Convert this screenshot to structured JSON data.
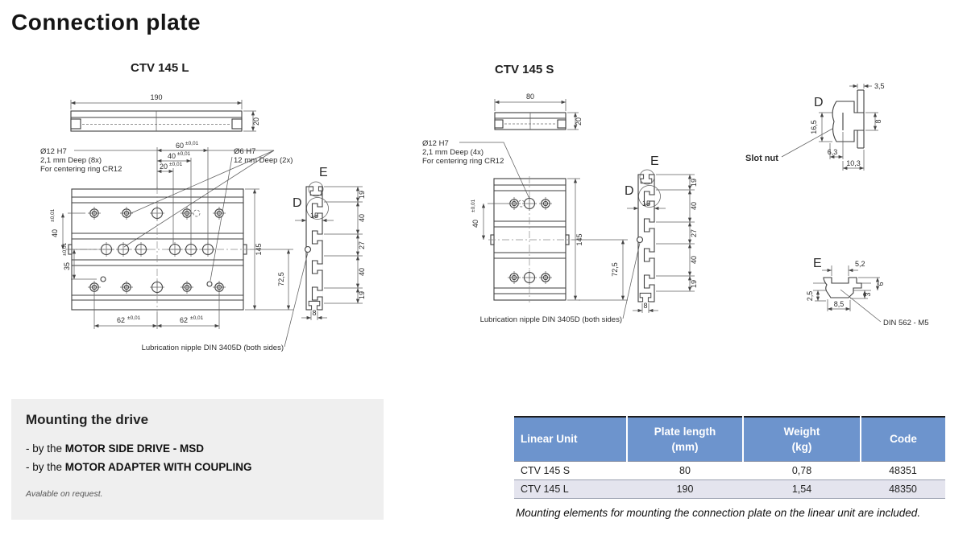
{
  "page_title": "Connection plate",
  "drawing_l": {
    "title": "CTV 145 L",
    "ann_d12": {
      "l1": "Ø12 H7",
      "l2": "2,1 mm Deep (8x)",
      "l3": "For centering ring CR12"
    },
    "ann_d6": {
      "l1": "Ø6 H7",
      "l2": "12 mm Deep (2x)"
    }
  },
  "drawing_s": {
    "title": "CTV 145 S",
    "ann_d12": {
      "l1": "Ø12 H7",
      "l2": "2,1 mm Deep (4x)",
      "l3": "For centering ring CR12"
    }
  },
  "details": {
    "d_label": "D",
    "e_label": "E",
    "slot_nut_label": "Slot nut",
    "din_label": "DIN 562 - M5"
  },
  "dims": {
    "d190": "190",
    "d80": "80",
    "d20": "20",
    "d60": "60",
    "d40": "40",
    "d35": "35",
    "d62": "62",
    "d145": "145",
    "d72_5": "72,5",
    "d15": "15",
    "d19": "19",
    "d27": "27",
    "d8": "8",
    "tol": "±0,01",
    "d3_5": "3,5",
    "d16_5": "16,5",
    "d6_3": "6,3",
    "d10_3": "10,3",
    "d5_2": "5,2",
    "d6": "6",
    "d3": "3",
    "d2_5": "2,5",
    "d8_5": "8,5"
  },
  "notes": {
    "lubrication": "Lubrication nipple DIN 3405D (both sides)"
  },
  "mounting": {
    "heading": "Mounting the drive",
    "item1_prefix": "- by the ",
    "item1_bold": "MOTOR SIDE DRIVE - MSD",
    "item2_prefix": "- by the ",
    "item2_bold": "MOTOR ADAPTER WITH COUPLING",
    "note": "Avalable on request."
  },
  "spec_table": {
    "col_unit": "Linear Unit",
    "col_length_1": "Plate length",
    "col_length_2": "(mm)",
    "col_weight_1": "Weight",
    "col_weight_2": "(kg)",
    "col_code": "Code",
    "rows": [
      {
        "unit": "CTV 145 S",
        "length": "80",
        "weight": "0,78",
        "code": "48351"
      },
      {
        "unit": "CTV 145 L",
        "length": "190",
        "weight": "1,54",
        "code": "48350"
      }
    ],
    "note": "Mounting elements for mounting the connection plate on the linear unit are included.",
    "header_bg": "#6d94cd",
    "alt_row_bg": "#e4e4ee"
  }
}
